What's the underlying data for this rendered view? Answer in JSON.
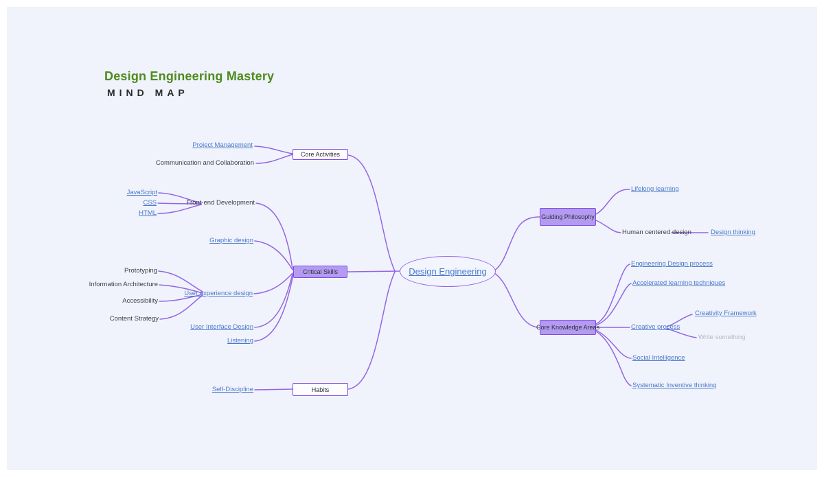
{
  "header": {
    "title": "Design Engineering Mastery",
    "subtitle": "MIND MAP"
  },
  "root": {
    "label": "Design Engineering"
  },
  "left": [
    {
      "label": "Core Activities",
      "children": [
        {
          "label": "Project Management"
        },
        {
          "label": "Communication and Collaboration"
        }
      ]
    },
    {
      "label": "Critical Skills",
      "children": [
        {
          "label": "Front-end Development",
          "children": [
            {
              "label": "JavaScript"
            },
            {
              "label": "CSS"
            },
            {
              "label": "HTML"
            }
          ]
        },
        {
          "label": "Graphic design"
        },
        {
          "label": "User experience design",
          "children": [
            {
              "label": "Prototyping"
            },
            {
              "label": "Information Architecture"
            },
            {
              "label": "Accessibility"
            },
            {
              "label": "Content Strategy"
            }
          ]
        },
        {
          "label": "User Interface Design"
        },
        {
          "label": "Listening"
        }
      ]
    },
    {
      "label": "Habits",
      "children": [
        {
          "label": "Self-Discipline"
        }
      ]
    }
  ],
  "right": [
    {
      "label": "Guiding Philosophy",
      "children": [
        {
          "label": "Lifelong learning"
        },
        {
          "label": "Human centered design",
          "children": [
            {
              "label": "Design thinking"
            }
          ]
        }
      ]
    },
    {
      "label": "Core Knowledge Areas",
      "children": [
        {
          "label": "Engineering Design process"
        },
        {
          "label": "Accelerated learning techniques"
        },
        {
          "label": "Creative process",
          "children": [
            {
              "label": "Creativity Framework"
            },
            {
              "label": "Write something"
            }
          ]
        },
        {
          "label": "Social Intelligence"
        },
        {
          "label": "Systematic Inventive thinking"
        }
      ]
    }
  ],
  "colors": {
    "canvas": "#f0f3fc",
    "edge": "#9465e2",
    "box_border": "#7e4ae8",
    "box_fill": "#b49bf2",
    "box_fill_white": "#fdfdff",
    "link_blue": "#4a79c9",
    "plain_text": "#3c3e47",
    "placeholder_gray": "#b4b8c6",
    "title_green": "#4e8b1e",
    "subtitle_dark": "#2b2c30"
  }
}
